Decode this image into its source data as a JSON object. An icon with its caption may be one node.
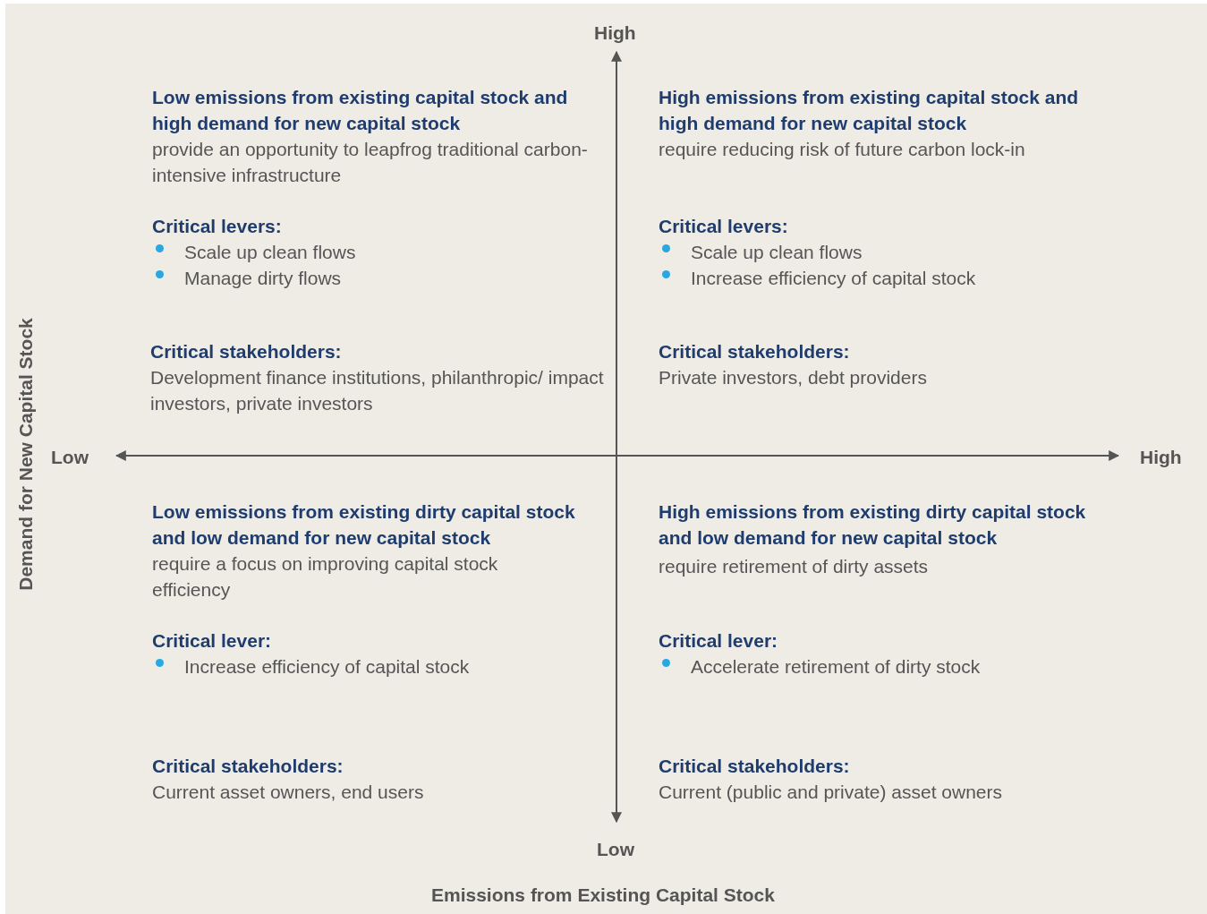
{
  "diagram": {
    "labels": [
      "High",
      "Low emissions from existing capital stock and high demand for new capital stock",
      "provide an opportunity to leapfrog traditional carbon-intensive infrastructure",
      "Critical levers:",
      "Scale up clean flows",
      "Manage dirty flows",
      "Critical stakeholders:",
      "Development finance institutions, philanthropic/ impact investors, private investors",
      "High emissions from existing capital stock and high demand for new capital stock",
      "require reducing risk of future carbon lock-in",
      "Critical levers:",
      "Scale up clean flows",
      "Increase efficiency of capital stock",
      "Critical stakeholders:",
      "Private investors, debt providers",
      "Demand for New Capital Stock",
      "Low",
      "High",
      "Low emissions from existing dirty capital stock and low demand for new capital stock",
      "require a focus on improving capital stock efficiency",
      "Critical lever:",
      "Increase efficiency of capital stock",
      "Critical stakeholders:",
      "Current asset owners, end users",
      "High emissions from existing dirty capital stock and low demand for new capital stock",
      "require retirement of dirty assets",
      "Critical lever:",
      "Accelerate retirement of dirty stock",
      "Critical stakeholders:",
      "Current (public and private) asset owners",
      "Low",
      "Emissions from Existing Capital Stock"
    ]
  }
}
